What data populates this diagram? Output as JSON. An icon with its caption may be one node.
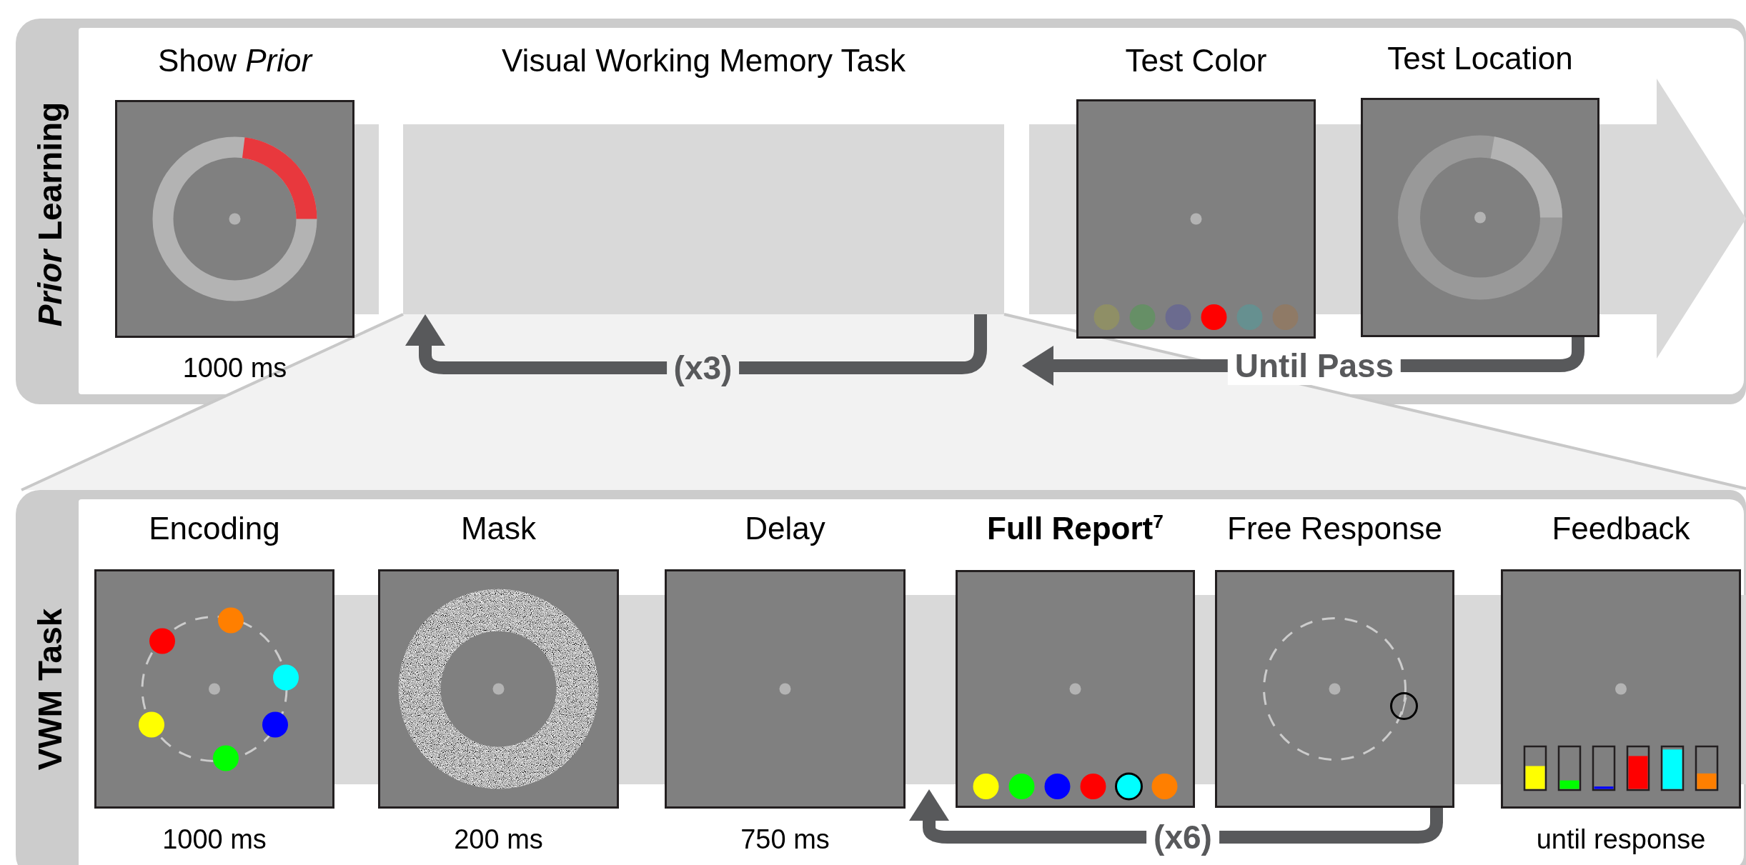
{
  "diagram": {
    "nodes": [
      {
        "text": [
          "*Prior* Learning"
        ]
      },
      {
        "text": [
          "Show *Prior*"
        ],
        "in": 0,
        "beside": [
          "1000 ms"
        ]
      },
      {
        "text": [
          "Visual Working Memory Task"
        ],
        "in": 0
      },
      {
        "text": [
          "Test Color"
        ],
        "in": 0
      },
      {
        "text": [
          "Test Location"
        ],
        "in": 0
      },
      {
        "text": [
          "VWM Task"
        ]
      },
      {
        "text": [
          "Encoding"
        ],
        "in": 5,
        "beside": [
          "1000 ms"
        ]
      },
      {
        "text": [
          "Mask"
        ],
        "in": 5,
        "beside": [
          "200 ms"
        ]
      },
      {
        "text": [
          "Delay"
        ],
        "in": 5,
        "beside": [
          "750 ms"
        ]
      },
      {
        "text": [
          "Full Report$^{7}$"
        ],
        "in": 5
      },
      {
        "text": [
          "Free Response"
        ],
        "in": 5
      },
      {
        "text": [
          "Feedback"
        ],
        "in": 5,
        "beside": [
          "until response"
        ]
      }
    ],
    "edges": [
      {
        "from": 2,
        "to": 2,
        "arrow": "to",
        "label": "(x3)"
      },
      {
        "from": 4,
        "to": 2,
        "arrow": "to",
        "label": "Until Pass"
      },
      {
        "from": 10,
        "to": 9,
        "arrow": "to",
        "label": "(x6)"
      }
    ]
  }
}
